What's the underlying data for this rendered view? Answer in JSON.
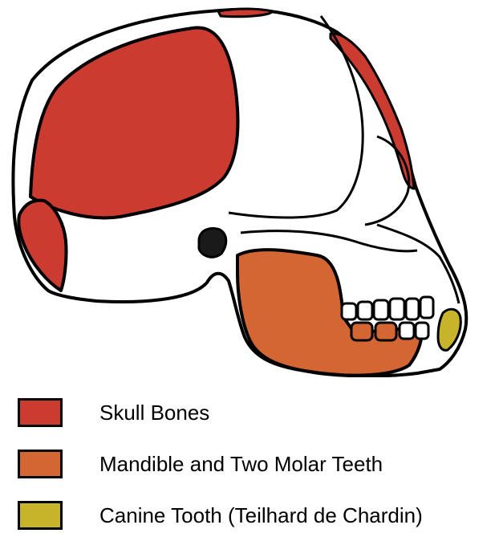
{
  "colors": {
    "skull_bones": "#cc3b2f",
    "mandible": "#d36633",
    "canine": "#c7b42b",
    "outline": "#000000",
    "background": "#ffffff"
  },
  "legend": [
    {
      "label": "Skull Bones",
      "color": "#cc3b2f"
    },
    {
      "label": "Mandible and Two Molar Teeth",
      "color": "#d36633"
    },
    {
      "label": "Canine Tooth (Teilhard de Chardin)",
      "color": "#c7b42b"
    }
  ]
}
